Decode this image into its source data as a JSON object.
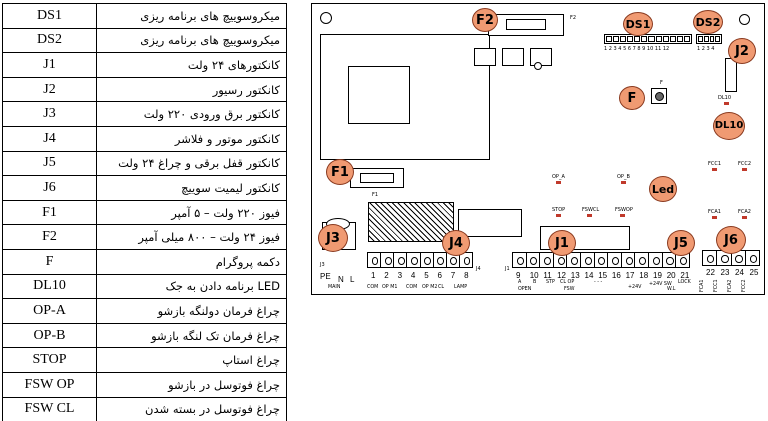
{
  "legend": [
    {
      "code": "DS1",
      "desc": "میکروسوییچ های برنامه ریزی"
    },
    {
      "code": "DS2",
      "desc": "میکروسوییچ های برنامه ریزی"
    },
    {
      "code": "J1",
      "desc": "کانکتورهای ۲۴ ولت"
    },
    {
      "code": "J2",
      "desc": "کانکتور رسیور"
    },
    {
      "code": "J3",
      "desc": "کانکتور برق ورودی ۲۲۰ ولت"
    },
    {
      "code": "J4",
      "desc": "کانکتور موتور و فلاشر"
    },
    {
      "code": "J5",
      "desc": "کانکتور قفل برقی و چراغ ۲۴ ولت"
    },
    {
      "code": "J6",
      "desc": "کانکتور لیمیت سوییچ"
    },
    {
      "code": "F1",
      "desc": "فیوز ۲۲۰ ولت – ۵ آمپر"
    },
    {
      "code": "F2",
      "desc": "فیوز ۲۴ ولت – ۸۰۰ میلی آمپر"
    },
    {
      "code": "F",
      "desc": "دکمه پروگرام"
    },
    {
      "code": "DL10",
      "desc": "LED برنامه دادن به جک"
    },
    {
      "code": "OP-A",
      "desc": "چراغ فرمان دولنگه بازشو"
    },
    {
      "code": "OP-B",
      "desc": "چراغ فرمان تک لنگه بازشو"
    },
    {
      "code": "STOP",
      "desc": "چراغ استاپ"
    },
    {
      "code": "FSW OP",
      "desc": "چراغ فوتوسل در بازشو"
    },
    {
      "code": "FSW CL",
      "desc": "چراغ فوتوسل در بسته شدن"
    }
  ],
  "board": {
    "callouts": {
      "f2": "F2",
      "ds1": "DS1",
      "ds2": "DS2",
      "j2": "J2",
      "f": "F",
      "dl10": "DL10",
      "f1": "F1",
      "led": "Led",
      "j3": "J3",
      "j4": "J4",
      "j1": "J1",
      "j5": "J5",
      "j6": "J6"
    },
    "silk": {
      "f2": "F2",
      "f1": "F1",
      "f": "F",
      "dl10": "DL10",
      "op_a": "OP_A",
      "op_b": "OP_B",
      "stop": "STOP",
      "fswcl": "FSWCL",
      "fswop": "FSWOP",
      "fcc1": "FCC1",
      "fcc2": "FCC2",
      "fca1": "FCA1",
      "fca2": "FCA2",
      "j3": "J3",
      "j4": "J4",
      "j1": "J1",
      "ds1_nums": "1 2 3 4 5 6 7 8 9 10 11 12",
      "ds2_nums": "1 2 3 4"
    },
    "main_pins": {
      "pe": "PE",
      "n": "N",
      "l": "L",
      "main": "MAIN"
    },
    "pin_numbers": [
      "1",
      "2",
      "3",
      "4",
      "5",
      "6",
      "7",
      "8",
      "9",
      "10",
      "11",
      "12",
      "13",
      "14",
      "15",
      "16",
      "17",
      "18",
      "19",
      "20",
      "21",
      "22",
      "23",
      "24",
      "25"
    ],
    "term_labels": {
      "com1": "COM",
      "op_m1": "OP M1",
      "com2": "COM",
      "op_m2": "OP M2",
      "cl": "CL",
      "lamp": "LAMP",
      "open": "OPEN",
      "pb_a": "A",
      "pb_b": "B",
      "stp": "STP",
      "cl_op": "CL OP",
      "fsw": "FSW",
      "minus": "- - -",
      "plus24": "+24V",
      "plus24vsw": "+24V SW",
      "lock": "LOCK",
      "wl": "W.L",
      "fca1": "FCA1",
      "fcc1": "FCC1",
      "fca2": "FCA2",
      "fcc2": "FCC2"
    }
  }
}
